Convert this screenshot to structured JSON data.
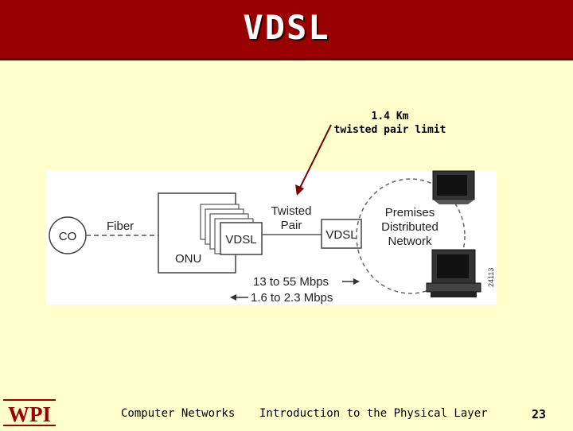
{
  "slide": {
    "title": "VDSL",
    "annotation": {
      "line1": "1.4 Km",
      "line2": "twisted pair limit"
    }
  },
  "diagram": {
    "co": "CO",
    "fiber": "Fiber",
    "onu": "ONU",
    "vdsl_onu": "VDSL",
    "twisted_pair_1": "Twisted",
    "twisted_pair_2": "Pair",
    "vdsl_remote": "VDSL",
    "premises_1": "Premises",
    "premises_2": "Distributed",
    "premises_3": "Network",
    "downstream": "13 to 55 Mbps",
    "upstream": "1.6 to 2.3 Mbps",
    "figure_id": "24113"
  },
  "footer": {
    "logo": "WPI",
    "left": "Computer Networks",
    "middle": "Introduction to the Physical Layer",
    "page": "23"
  },
  "colors": {
    "title_bar": "#990000",
    "background": "#ffffcc",
    "arrow": "#7a0000"
  }
}
